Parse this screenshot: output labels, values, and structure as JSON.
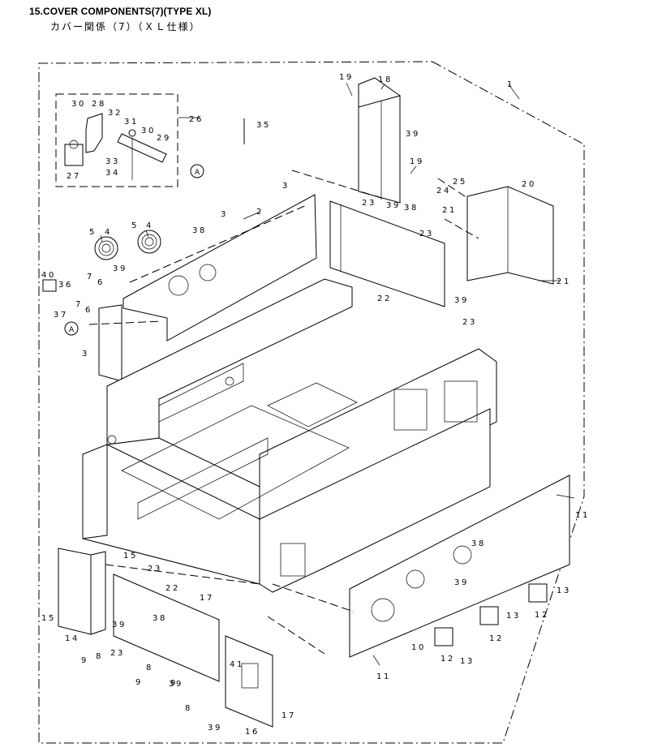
{
  "header": {
    "title": "15.COVER COMPONENTS(7)(TYPE XL)",
    "subtitle": "カバー関係（7）（ＸＬ仕様）"
  },
  "callouts": [
    {
      "text": "A",
      "ref": "callout-circle-a-detail"
    },
    {
      "text": "A",
      "ref": "callout-circle-a-frame"
    }
  ],
  "part_labels": [
    "1",
    "2",
    "3",
    "3",
    "3",
    "4",
    "4",
    "5",
    "5",
    "6",
    "6",
    "7",
    "7",
    "8",
    "8",
    "8",
    "9",
    "9",
    "9",
    "10",
    "11",
    "11",
    "12",
    "12",
    "12",
    "13",
    "13",
    "13",
    "14",
    "15",
    "15",
    "16",
    "17",
    "17",
    "18",
    "19",
    "19",
    "20",
    "21",
    "21",
    "22",
    "22",
    "23",
    "23",
    "23",
    "23",
    "23",
    "24",
    "25",
    "26",
    "27",
    "28",
    "29",
    "30",
    "30",
    "31",
    "32",
    "33",
    "34",
    "35",
    "36",
    "37",
    "38",
    "38",
    "38",
    "38",
    "39",
    "39",
    "39",
    "39",
    "39",
    "39",
    "39",
    "39",
    "40",
    "41"
  ]
}
